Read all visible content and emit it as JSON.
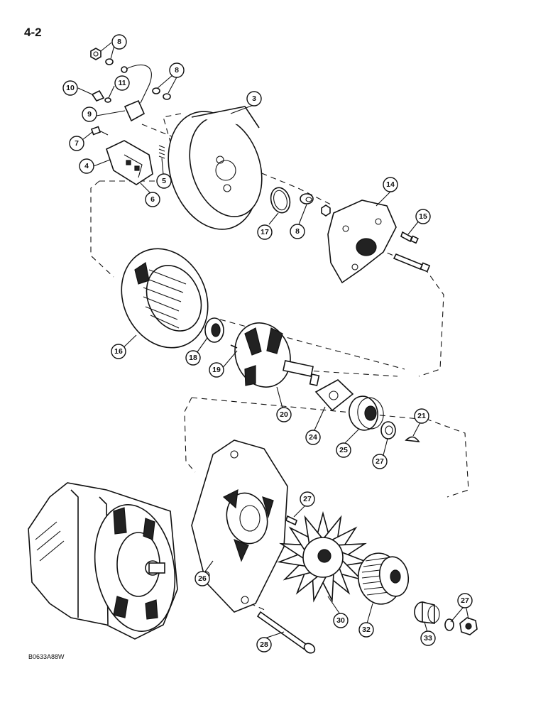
{
  "page_number": "4-2",
  "figure_code": "B0633A88W",
  "callouts": [
    {
      "id": "c8a",
      "label": "8"
    },
    {
      "id": "c8b",
      "label": "8"
    },
    {
      "id": "c10",
      "label": "10"
    },
    {
      "id": "c11",
      "label": "11"
    },
    {
      "id": "c9",
      "label": "9"
    },
    {
      "id": "c3",
      "label": "3"
    },
    {
      "id": "c7",
      "label": "7"
    },
    {
      "id": "c4",
      "label": "4"
    },
    {
      "id": "c5",
      "label": "5"
    },
    {
      "id": "c6",
      "label": "6"
    },
    {
      "id": "c14",
      "label": "14"
    },
    {
      "id": "c15",
      "label": "15"
    },
    {
      "id": "c17",
      "label": "17"
    },
    {
      "id": "c8c",
      "label": "8"
    },
    {
      "id": "c16",
      "label": "16"
    },
    {
      "id": "c18",
      "label": "18"
    },
    {
      "id": "c19",
      "label": "19"
    },
    {
      "id": "c20",
      "label": "20"
    },
    {
      "id": "c24",
      "label": "24"
    },
    {
      "id": "c25",
      "label": "25"
    },
    {
      "id": "c27a",
      "label": "27"
    },
    {
      "id": "c21",
      "label": "21"
    },
    {
      "id": "c27b",
      "label": "27"
    },
    {
      "id": "c26",
      "label": "26"
    },
    {
      "id": "c30",
      "label": "30"
    },
    {
      "id": "c32",
      "label": "32"
    },
    {
      "id": "c33",
      "label": "33"
    },
    {
      "id": "c27c",
      "label": "27"
    },
    {
      "id": "c28",
      "label": "28"
    }
  ]
}
